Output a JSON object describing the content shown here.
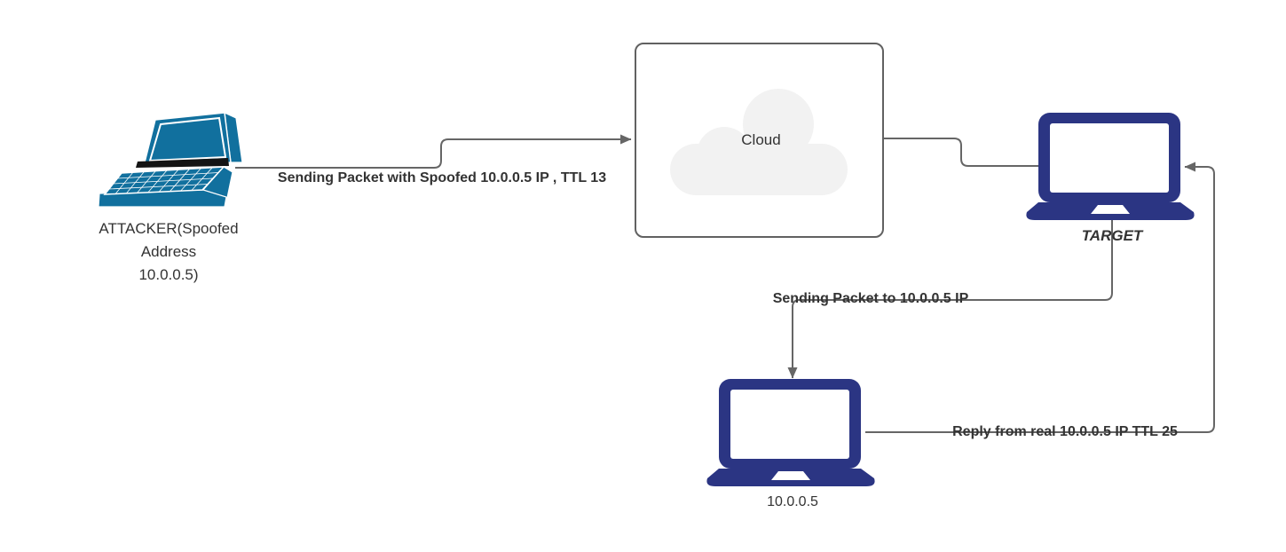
{
  "diagram": {
    "title": "IP spoofing attack flow",
    "colors": {
      "connector": "#666666",
      "label": "#333333",
      "attacker_laptop": "#11709E",
      "laptop_navy": "#2B3583",
      "cloud_fill": "#F2F2F2",
      "cloud_border": "#616161",
      "canvas_bg": "#FFFFFF"
    },
    "nodes": {
      "attacker": {
        "icon": "laptop-3d-icon",
        "label": "ATTACKER(Spoofed Address 10.0.0.5)",
        "label_lines": [
          "ATTACKER(Spoofed",
          "Address",
          "10.0.0.5)"
        ]
      },
      "cloud": {
        "icon": "cloud-icon",
        "label": "Cloud"
      },
      "target": {
        "icon": "laptop-icon",
        "label": "TARGET"
      },
      "real_host": {
        "icon": "laptop-icon",
        "label": "10.0.0.5"
      }
    },
    "edges": {
      "attacker_to_cloud": {
        "label": "Sending Packet with Spoofed 10.0.0.5 IP , TTL 13",
        "arrow": "right"
      },
      "cloud_to_target": {
        "label": "",
        "arrow": "none"
      },
      "target_to_real_host": {
        "label": "Sending Packet to 10.0.0.5 IP",
        "arrow": "down"
      },
      "real_host_to_target": {
        "label": "Reply from real 10.0.0.5 IP TTL 25",
        "arrow": "left"
      }
    }
  }
}
